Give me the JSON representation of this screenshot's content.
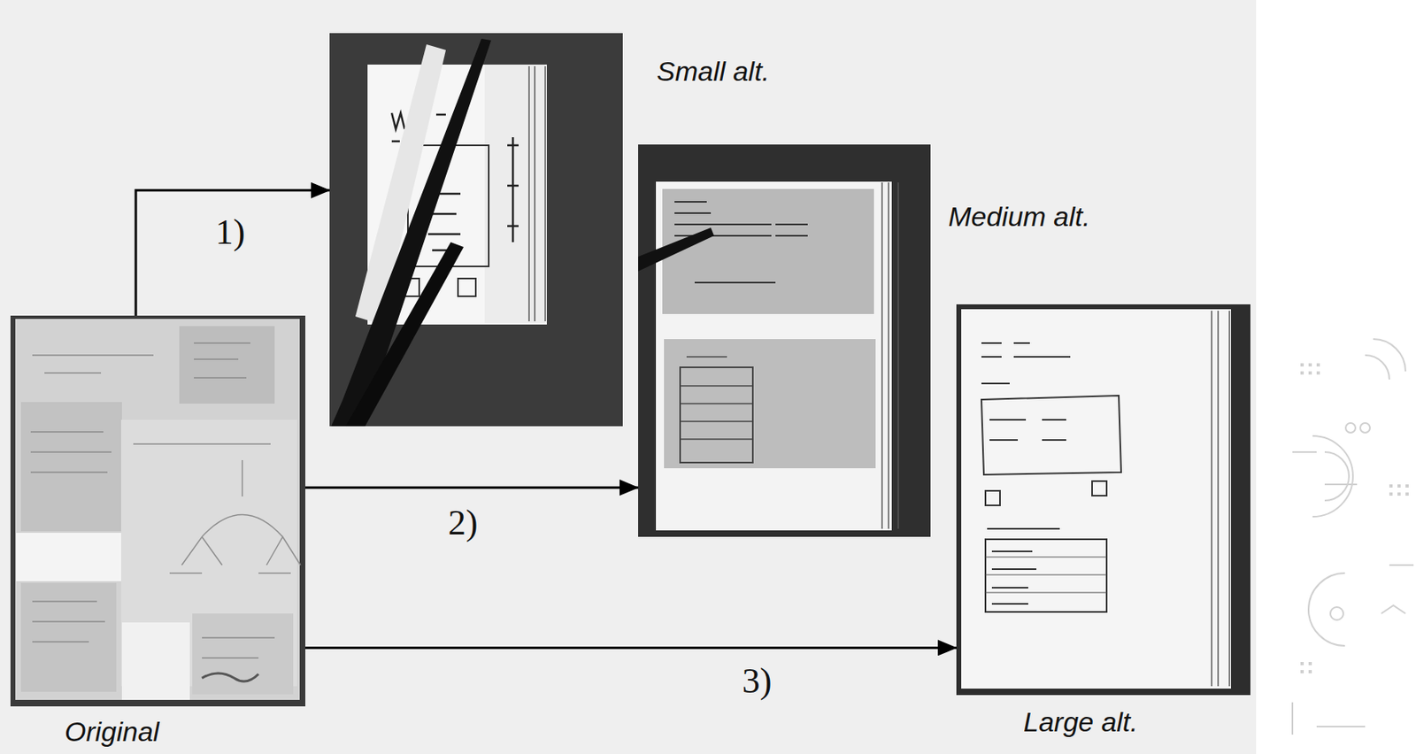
{
  "diagram": {
    "nodes": [
      {
        "text": [
          "Original"
        ]
      },
      {
        "text": [
          "Small alt."
        ]
      },
      {
        "text": [
          "Medium alt."
        ]
      },
      {
        "text": [
          "Large alt."
        ]
      }
    ],
    "edges": [
      {
        "from": 0,
        "to": 1,
        "arrow": "to",
        "label": "1)"
      },
      {
        "from": 0,
        "to": 2,
        "arrow": "to",
        "label": "2)"
      },
      {
        "from": 0,
        "to": 3,
        "arrow": "to",
        "label": "3)"
      }
    ]
  }
}
